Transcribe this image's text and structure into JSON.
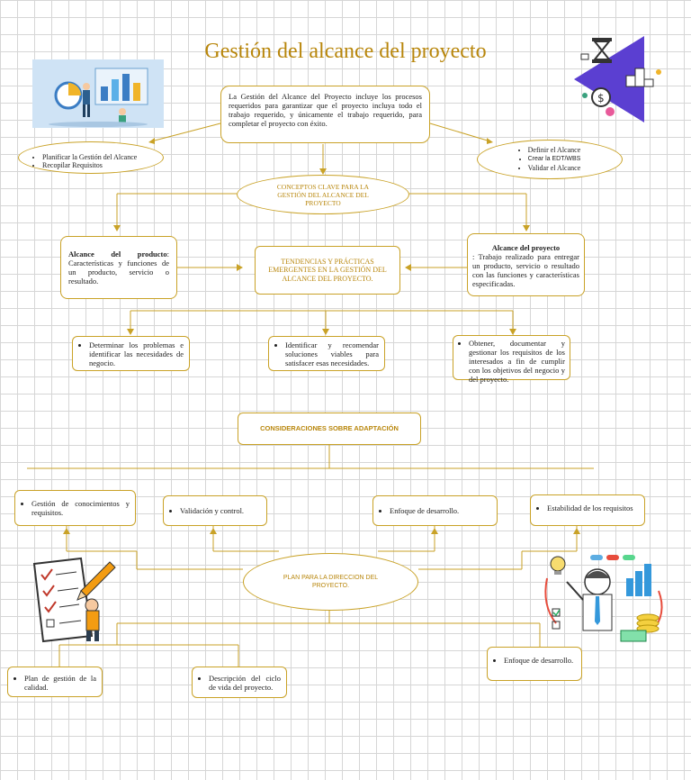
{
  "title": "Gestión del alcance del proyecto",
  "intro": "La Gestión del Alcance del Proyecto incluye los procesos requeridos para garantizar que el proyecto incluya todo el trabajo requerido, y únicamente el trabajo requerido, para completar el proyecto con éxito.",
  "left_processes": [
    "Planificar la Gestión del Alcance",
    "Recopilar Requisitos"
  ],
  "right_processes": [
    "Definir el Alcance",
    "Crear la EDT/WBS",
    "Validar el Alcance"
  ],
  "key_concepts": "CONCEPTOS CLAVE PARA LA GESTIÓN DEL ALCANCE DEL PROYECTO",
  "product_scope": {
    "term": "Alcance del producto",
    "text": ": Características y funciones de un producto, servicio o resultado."
  },
  "trends": "TENDENCIAS Y PRÁCTICAS EMERGENTES EN LA GESTIÓN DEL ALCANCE DEL PROYECTO.",
  "project_scope": {
    "term": "Alcance del proyecto",
    "text": ": Trabajo realizado para entregar un producto, servicio o resultado con las funciones y características especificadas."
  },
  "trend_items": [
    "Determinar los problemas e identificar las necesidades de negocio.",
    "Identificar y recomendar soluciones viables para satisfacer esas necesidades.",
    "Obtener, documentar y gestionar los requisitos de los interesados a fin de cumplir con los objetivos del negocio y del proyecto."
  ],
  "adaptation": "CONSIDERACIONES SOBRE ADAPTACIÓN",
  "adaptation_items": [
    "Gestión de conocimientos y requisitos.",
    "Validación y control.",
    "Enfoque de desarrollo.",
    "Estabilidad de los requisitos"
  ],
  "plan": "PLAN PARA LA DIRECCION DEL PROYECTO.",
  "plan_items": [
    "Plan de gestión de la calidad.",
    "Descripción del ciclo de vida del proyecto.",
    "Enfoque de desarrollo."
  ],
  "colors": {
    "accent": "#b8860b",
    "border": "#c9a227",
    "grid": "#d6d6d6"
  },
  "icons": [
    "team-illustration",
    "analytics-icons",
    "checklist-pencil-illustration",
    "businessman-illustration"
  ]
}
